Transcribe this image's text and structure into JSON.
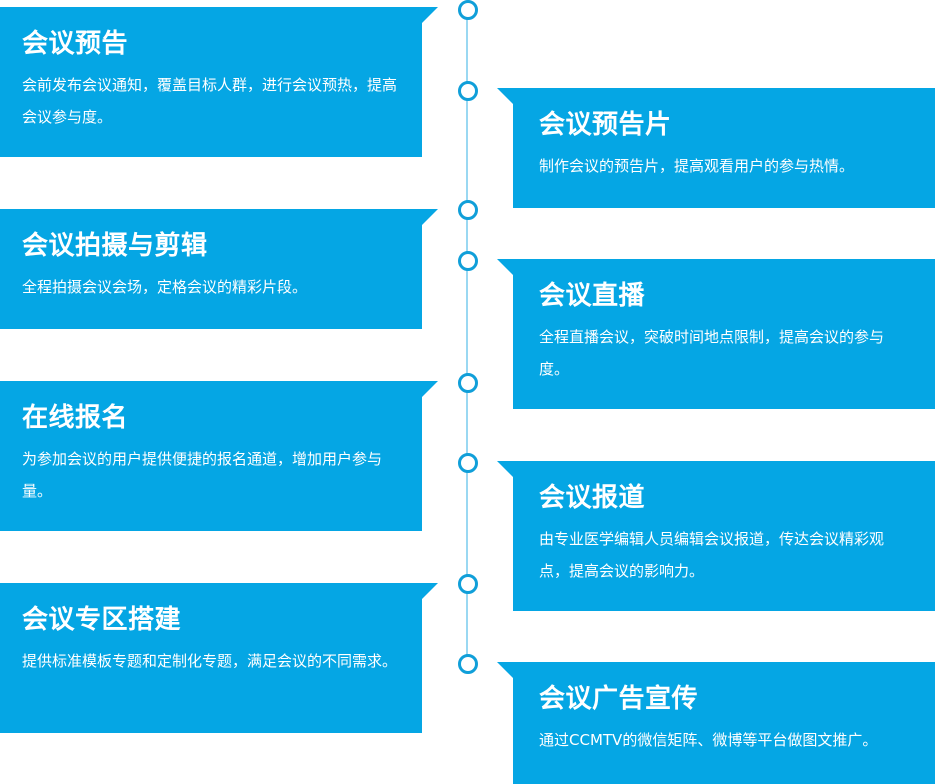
{
  "timeline": {
    "items": [
      {
        "title": "会议预告",
        "desc": "会前发布会议通知，覆盖目标人群，进行会议预热，提高会议参与度。"
      },
      {
        "title": "会议预告片",
        "desc": "制作会议的预告片，提高观看用户的参与热情。"
      },
      {
        "title": "会议拍摄与剪辑",
        "desc": "全程拍摄会议会场，定格会议的精彩片段。"
      },
      {
        "title": "会议直播",
        "desc": "全程直播会议，突破时间地点限制，提高会议的参与度。"
      },
      {
        "title": "在线报名",
        "desc": "为参加会议的用户提供便捷的报名通道，增加用户参与量。"
      },
      {
        "title": "会议报道",
        "desc": "由专业医学编辑人员编辑会议报道，传达会议精彩观点，提高会议的影响力。"
      },
      {
        "title": "会议专区搭建",
        "desc": "提供标准模板专题和定制化专题，满足会议的不同需求。"
      },
      {
        "title": "会议广告宣传",
        "desc": "通过CCMTV的微信矩阵、微博等平台做图文推广。"
      }
    ]
  },
  "colors": {
    "card": "#05a6e4",
    "node_border": "#109fd9",
    "axis": "#9ad8f2"
  }
}
